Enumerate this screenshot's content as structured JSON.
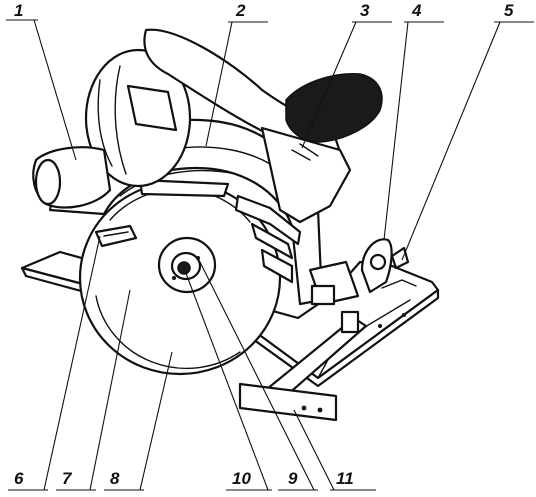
{
  "colors": {
    "ink": "#111111",
    "paper": "#ffffff",
    "handle_grip": "#1a1a1a"
  },
  "callouts": [
    {
      "id": "1",
      "label": "1"
    },
    {
      "id": "2",
      "label": "2"
    },
    {
      "id": "3",
      "label": "3"
    },
    {
      "id": "4",
      "label": "4"
    },
    {
      "id": "5",
      "label": "5"
    },
    {
      "id": "6",
      "label": "6"
    },
    {
      "id": "7",
      "label": "7"
    },
    {
      "id": "8",
      "label": "8"
    },
    {
      "id": "10",
      "label": "10"
    },
    {
      "id": "9",
      "label": "9"
    },
    {
      "id": "11",
      "label": "11"
    }
  ]
}
